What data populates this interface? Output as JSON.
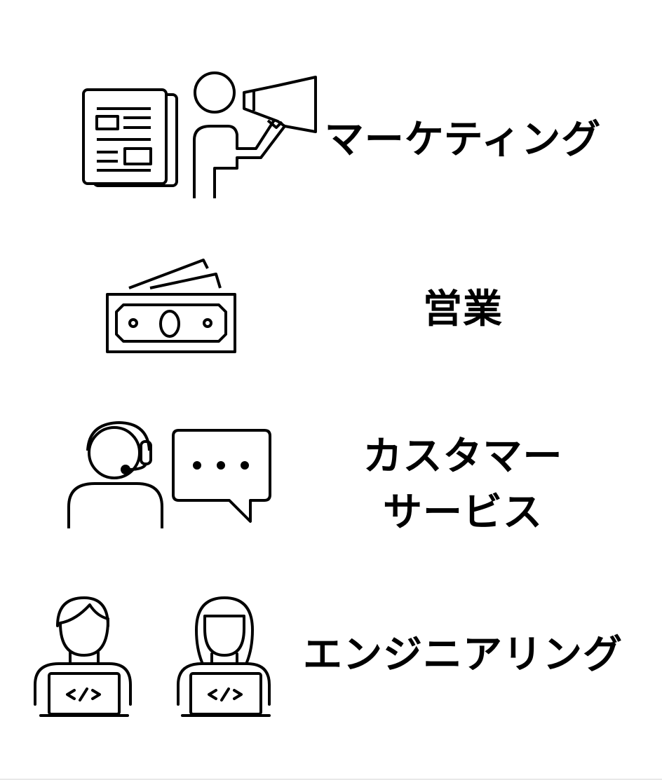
{
  "sections": [
    {
      "id": "marketing",
      "icon": "newspaper-megaphone-icon",
      "label": "マーケティング"
    },
    {
      "id": "sales",
      "icon": "banknotes-icon",
      "label": "営業"
    },
    {
      "id": "customer-service",
      "icon": "headset-chat-icon",
      "label_line1": "カスタマー",
      "label_line2": "サービス"
    },
    {
      "id": "engineering",
      "icon": "developers-laptop-icon",
      "label": "エンジニアリング"
    }
  ],
  "colors": {
    "stroke": "#000000",
    "background": "#ffffff"
  }
}
